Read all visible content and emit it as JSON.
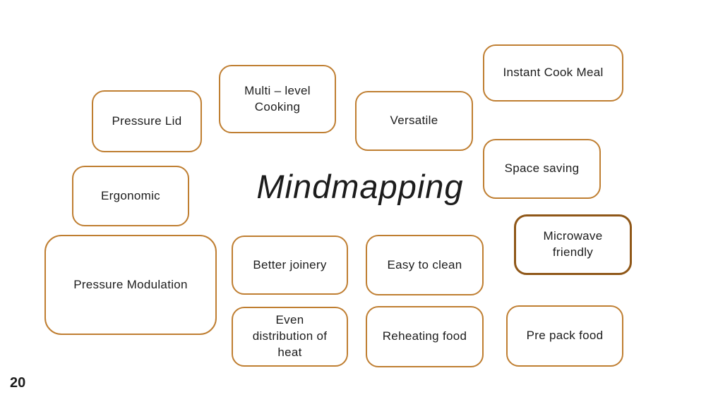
{
  "title": {
    "text": "Mindmapping"
  },
  "page": {
    "number": "20"
  },
  "colors": {
    "border_default": "#bf7e31",
    "border_dark": "#8f5718",
    "text_color": "#1c1c1c",
    "background": "#ffffff"
  },
  "boxes": [
    {
      "id": "pressure-lid",
      "label": "Pressure Lid"
    },
    {
      "id": "multi-level-cooking",
      "label": "Multi – level\nCooking"
    },
    {
      "id": "versatile",
      "label": "Versatile"
    },
    {
      "id": "instant-cook-meal",
      "label": "Instant Cook Meal"
    },
    {
      "id": "space-saving",
      "label": "Space saving"
    },
    {
      "id": "ergonomic",
      "label": "Ergonomic"
    },
    {
      "id": "pressure-modulation",
      "label": "Pressure Modulation"
    },
    {
      "id": "better-joinery",
      "label": "Better joinery"
    },
    {
      "id": "easy-to-clean",
      "label": "Easy to clean"
    },
    {
      "id": "microwave-friendly",
      "label": "Microwave\nfriendly"
    },
    {
      "id": "even-distribution-of-heat",
      "label": "Even\ndistribution of\nheat"
    },
    {
      "id": "reheating-food",
      "label": "Reheating food"
    },
    {
      "id": "pre-pack-food",
      "label": "Pre pack food"
    }
  ]
}
